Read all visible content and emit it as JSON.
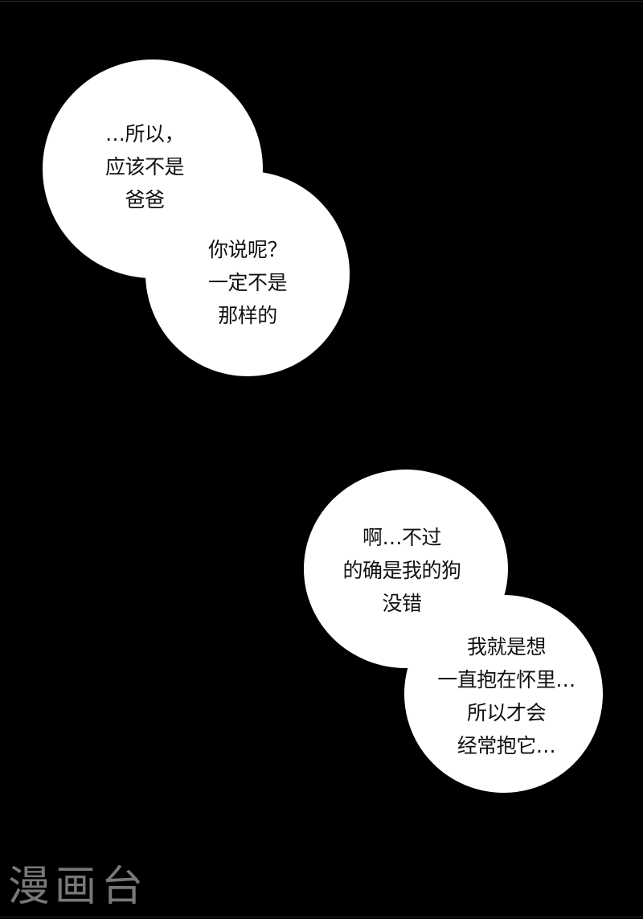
{
  "page": {
    "background": "#000000",
    "bubble_color": "#ffffff",
    "text_color": "#111111"
  },
  "dialogue": [
    {
      "id": "bubble-1",
      "lines": [
        "…所以，",
        "应该不是",
        "爸爸"
      ]
    },
    {
      "id": "bubble-2",
      "lines": [
        "你说呢？",
        "一定不是",
        "那样的"
      ]
    },
    {
      "id": "bubble-3",
      "lines": [
        "啊…不过",
        "的确是我的狗",
        "没错"
      ]
    },
    {
      "id": "bubble-4",
      "lines": [
        "我就是想",
        "一直抱在怀里…",
        "所以才会",
        "经常抱它…"
      ]
    }
  ],
  "watermark": {
    "text": "漫画台",
    "color": "#787878"
  }
}
